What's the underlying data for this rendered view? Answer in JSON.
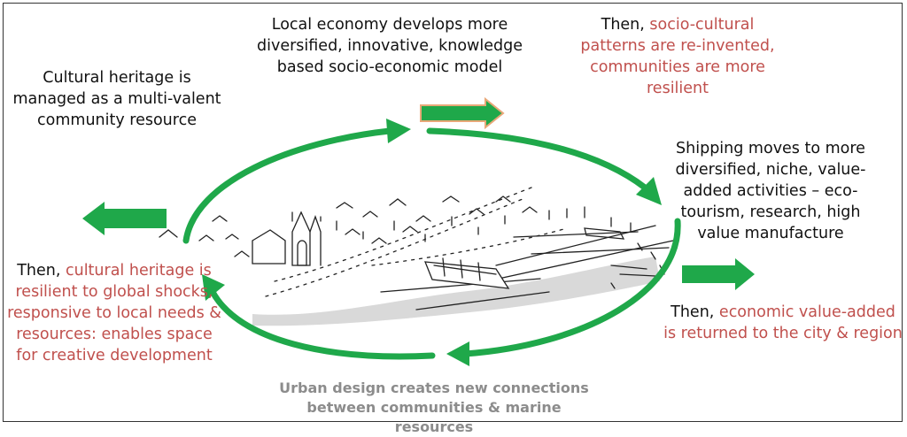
{
  "colors": {
    "cycle_arrow": "#1fa84a",
    "outcome_red": "#c0504d",
    "caption_gray": "#8c8c8c",
    "arrow_outline": "#e8a878"
  },
  "top_center": "Local economy develops more diversified, innovative, knowledge based socio-economic model",
  "top_left": "Cultural heritage is managed as a multi-valent community resource",
  "top_right": {
    "prefix": "Then, ",
    "outcome": "socio-cultural patterns are re-invented, communities are more resilient"
  },
  "right": "Shipping moves to more diversified, niche, value-added activities – eco-tourism, research, high value manufacture",
  "bottom_right": {
    "prefix": "Then, ",
    "outcome": "economic value-added is returned to the city & region"
  },
  "left": {
    "prefix": "Then, ",
    "outcome": "cultural heritage is resilient to global shocks, responsive to local needs & resources: enables space for creative development"
  },
  "bottom": "Urban design creates new connections between communities & marine resources",
  "illustration": "hand-drawn-harbour-sketch"
}
